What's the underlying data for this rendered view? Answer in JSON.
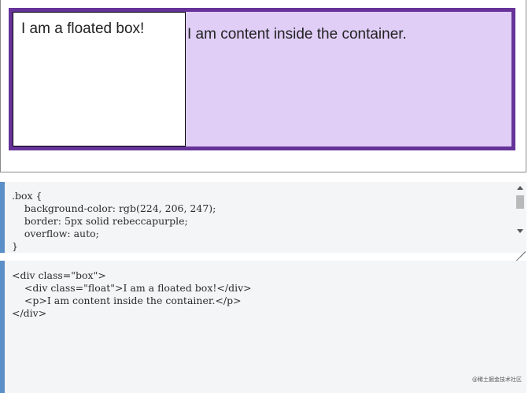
{
  "output": {
    "float_text": "I am a floated box!",
    "content_text": "I am content inside the container."
  },
  "css_editor": {
    "code": ".box {\n    background-color: rgb(224, 206, 247);\n    border: 5px solid rebeccapurple;\n    overflow: auto;\n}"
  },
  "html_editor": {
    "code": "<div class=\"box\">\n    <div class=\"float\">I am a floated box!</div>\n    <p>I am content inside the container.</p>\n</div>"
  },
  "watermark": "@稀土掘金技术社区",
  "colors": {
    "box_bg": "#e0cef7",
    "box_border": "#663399",
    "editor_accent": "#5b8fc7",
    "editor_bg": "#f3f5f7"
  }
}
